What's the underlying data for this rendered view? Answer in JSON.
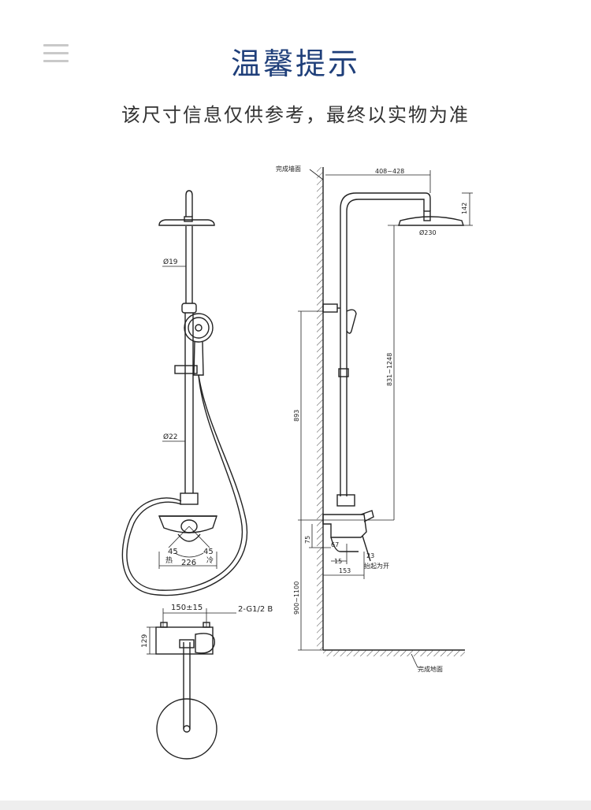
{
  "header": {
    "title": "温馨提示",
    "subtitle": "该尺寸信息仅供参考，最终以实物为准",
    "menu_icon": "hamburger-menu-icon"
  },
  "front_view": {
    "pipe_upper_dia": "Ø19",
    "pipe_lower_dia": "Ø22",
    "angle_left": "45",
    "angle_right": "45",
    "hot_label": "热",
    "cold_label": "冷",
    "width": "226"
  },
  "top_view": {
    "spacing": "150±15",
    "thread": "2-G1/2 B",
    "depth": "129"
  },
  "side_view": {
    "wall_label": "完成墙面",
    "floor_label": "完成地面",
    "arm_reach": "408~428",
    "head_height": "142",
    "head_dia": "Ø230",
    "adjust_height": "831~1248",
    "bar_height": "893",
    "mixer_height": "900~1100",
    "mixer_offset": "75",
    "spout_len": "67",
    "handle_len": "15",
    "lever_angle": "23",
    "lift_label": "抬起为开",
    "depth": "153"
  },
  "colors": {
    "title": "#1f3f7a",
    "line": "#222222"
  }
}
